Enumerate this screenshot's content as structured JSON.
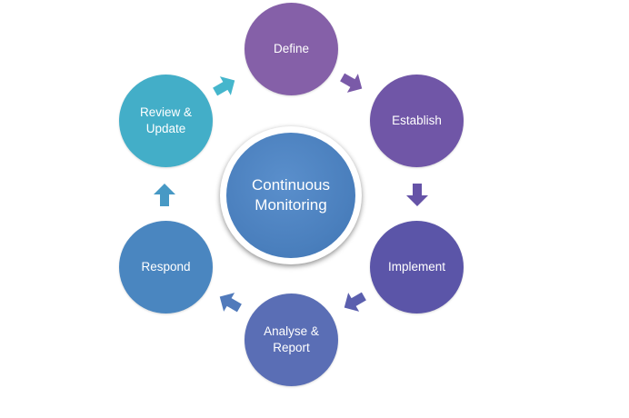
{
  "center": {
    "label": "Continuous\nMonitoring",
    "color": "#4a7fbd"
  },
  "steps": [
    {
      "label": "Define",
      "color": "#8560a8"
    },
    {
      "label": "Establish",
      "color": "#7056a7"
    },
    {
      "label": "Implement",
      "color": "#5b55a8"
    },
    {
      "label": "Analyse &\nReport",
      "color": "#5a6eb5"
    },
    {
      "label": "Respond",
      "color": "#4a86c0"
    },
    {
      "label": "Review &\nUpdate",
      "color": "#43aec8"
    }
  ],
  "arrow_colors": {
    "define_to_establish": "#7a5aa8",
    "establish_to_implement": "#6553a7",
    "implement_to_analyse": "#5b5fae",
    "analyse_to_respond": "#517abb",
    "respond_to_review": "#4799c5",
    "review_to_define": "#45b6cc"
  }
}
